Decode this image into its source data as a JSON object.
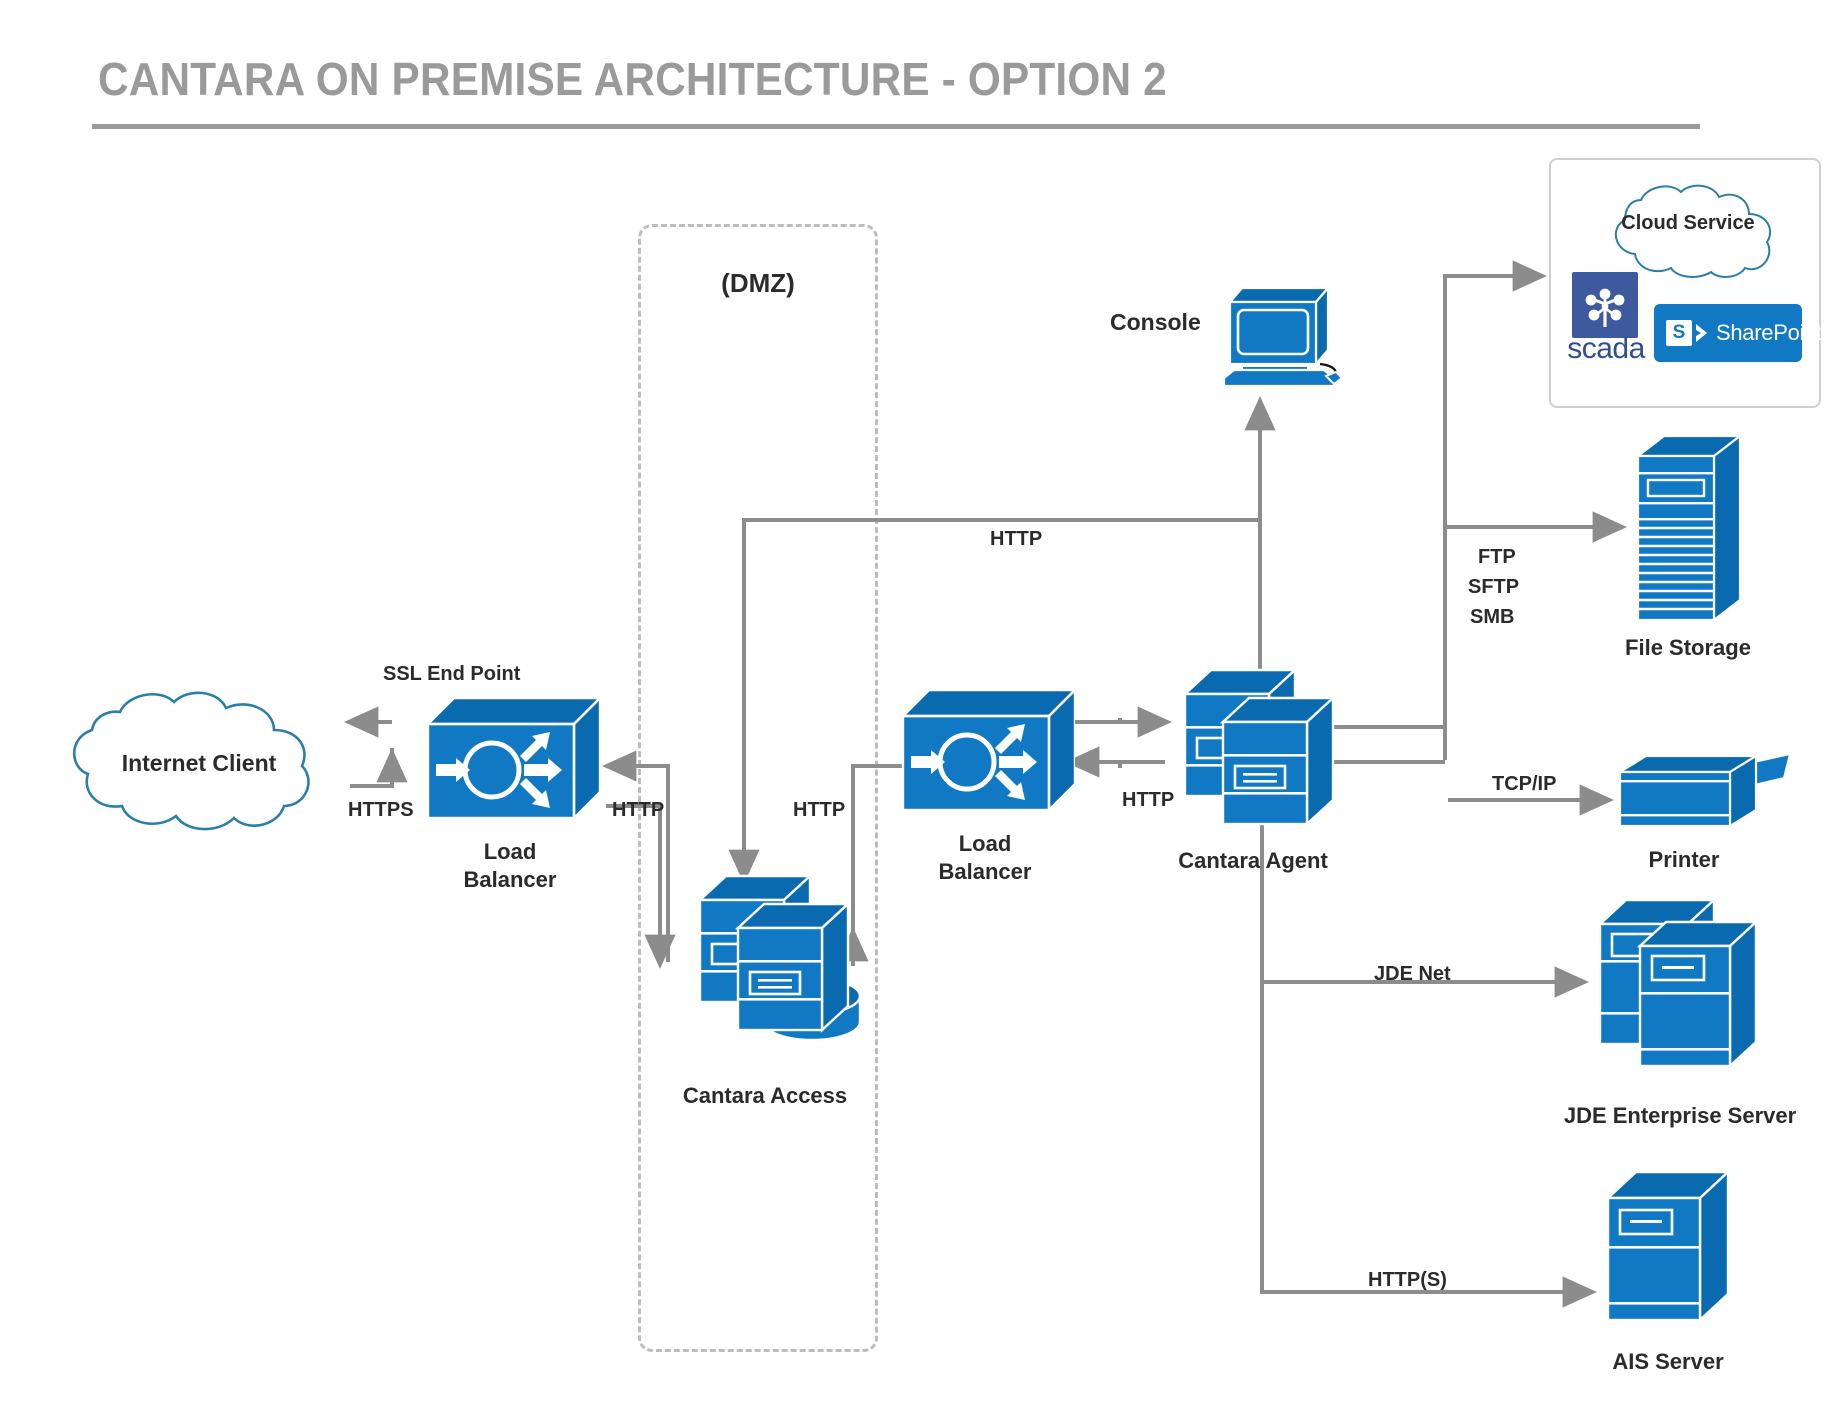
{
  "page": {
    "title": "CANTARA ON PREMISE ARCHITECTURE - OPTION 2",
    "accent_blue": "#1179c4",
    "accent_dark_blue": "#0a6ab0",
    "cloud_outline": "#2a7fa8",
    "arrow_gray": "#8c8c8c",
    "title_gray": "#9a9a9a",
    "text_dark": "#2b2b2b"
  },
  "zones": {
    "dmz_label": "(DMZ)"
  },
  "nodes": {
    "internet_client": "Internet Client",
    "load_balancer_1": "Load\nBalancer",
    "load_balancer_1_line1": "Load",
    "load_balancer_1_line2": "Balancer",
    "load_balancer_2_line1": "Load",
    "load_balancer_2_line2": "Balancer",
    "cantara_access": "Cantara Access",
    "cantara_agent": "Cantara Agent",
    "console": "Console",
    "cloud_service": "Cloud Service",
    "scada": "scada",
    "sharepoint": "SharePoint",
    "sharepoint_badge": "S",
    "file_storage": "File Storage",
    "printer": "Printer",
    "jde_enterprise_server": "JDE Enterprise Server",
    "ais_server": "AIS Server"
  },
  "connections": [
    {
      "id": "ssl-end-point",
      "label": "SSL End Point"
    },
    {
      "id": "https",
      "label": "HTTPS"
    },
    {
      "id": "http-lb1",
      "label": "HTTP"
    },
    {
      "id": "http-access",
      "label": "HTTP"
    },
    {
      "id": "http-console",
      "label": "HTTP"
    },
    {
      "id": "http-agent",
      "label": "HTTP"
    },
    {
      "id": "ftp",
      "label": "FTP"
    },
    {
      "id": "sftp",
      "label": "SFTP"
    },
    {
      "id": "smb",
      "label": "SMB"
    },
    {
      "id": "tcpip",
      "label": "TCP/IP"
    },
    {
      "id": "jde-net",
      "label": "JDE Net"
    },
    {
      "id": "https-ais",
      "label": "HTTP(S)"
    }
  ],
  "icons": {
    "cloud": "cloud-icon",
    "load_balancer": "load-balancer-icon",
    "server_stack": "server-stack-icon",
    "database": "database-cylinder-icon",
    "desktop": "desktop-computer-icon",
    "file_storage": "file-storage-tower-icon",
    "printer": "printer-icon",
    "arrow": "arrow-head-icon"
  }
}
